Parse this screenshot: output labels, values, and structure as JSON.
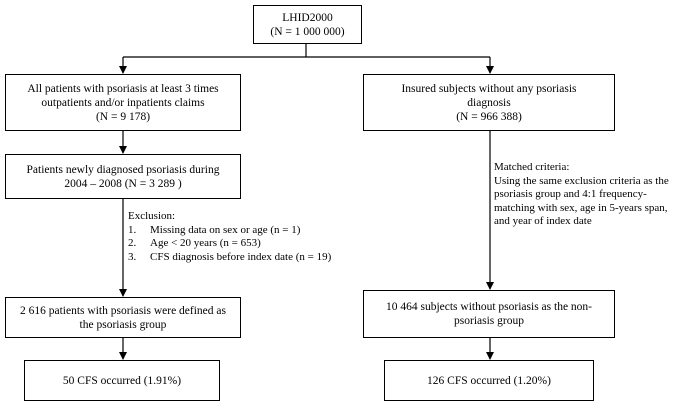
{
  "flowchart": {
    "root": {
      "line1": "LHID2000",
      "line2": "(N = 1 000 000)"
    },
    "left": {
      "all_patients": {
        "line1": "All patients with psoriasis at least 3 times",
        "line2": "outpatients and/or inpatients claims",
        "line3": "(N = 9 178)"
      },
      "newly_diagnosed": {
        "line1": "Patients newly diagnosed psoriasis during",
        "line2": "2004 – 2008 (N = 3 289 )"
      },
      "exclusion": {
        "title": "Exclusion:",
        "items": [
          {
            "num": "1.",
            "text": "Missing data on sex or age (n = 1)"
          },
          {
            "num": "2.",
            "text": "Age < 20 years (n = 653)"
          },
          {
            "num": "3.",
            "text": "CFS diagnosis before index date (n = 19)"
          }
        ]
      },
      "group": {
        "line1": "2 616 patients with psoriasis were defined as",
        "line2": "the psoriasis group"
      },
      "outcome": {
        "text": "50 CFS occurred (1.91%)"
      }
    },
    "right": {
      "insured": {
        "line1": "Insured subjects without any psoriasis",
        "line2": "diagnosis",
        "line3": "(N = 966 388)"
      },
      "matched": {
        "title": "Matched criteria:",
        "lines": [
          "Using the same exclusion criteria as the",
          "psoriasis group and 4:1 frequency-",
          "matching with sex, age in 5-years span,",
          "and year of index date"
        ]
      },
      "group": {
        "line1": "10 464 subjects without psoriasis as the non-",
        "line2": "psoriasis group"
      },
      "outcome": {
        "text": "126 CFS occurred (1.20%)"
      }
    }
  }
}
